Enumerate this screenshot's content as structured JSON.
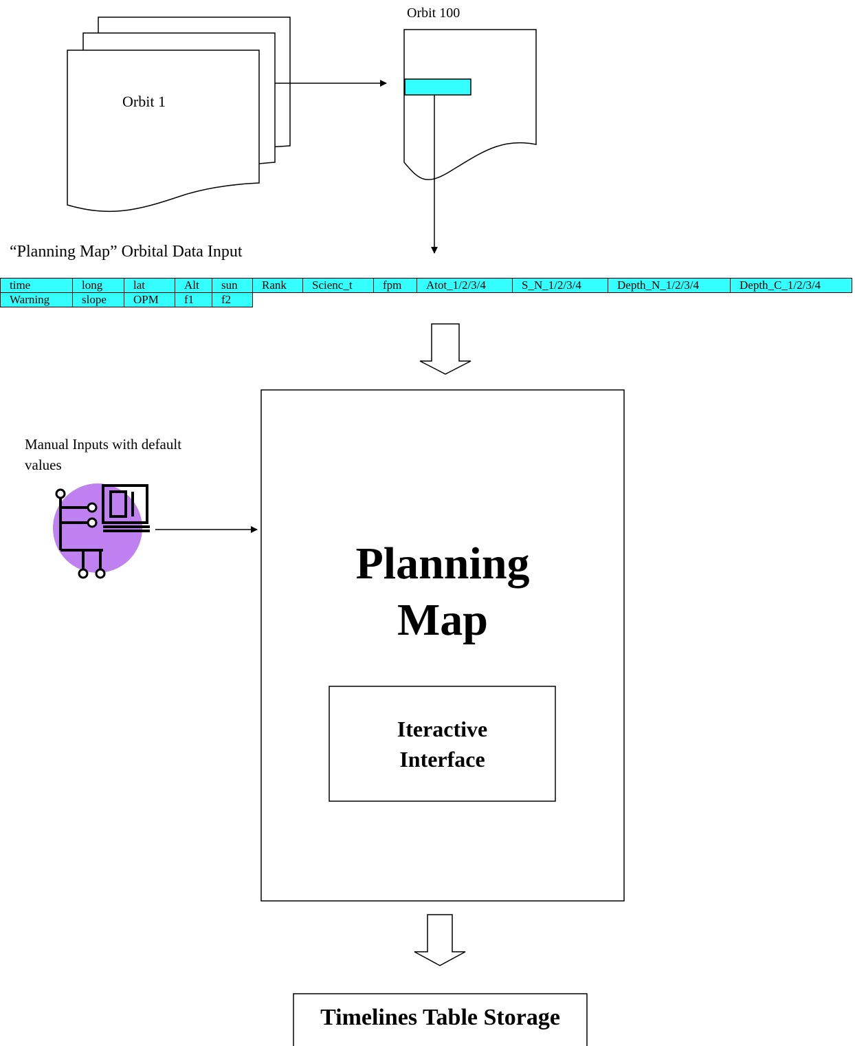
{
  "labels": {
    "orbit_1": "Orbit 1",
    "orbit_100": "Orbit 100",
    "orbital_input": "“Planning Map” Orbital Data Input",
    "manual_inputs_line1": "Manual Inputs with default",
    "manual_inputs_line2": "values",
    "planning_map_line1": "Planning",
    "planning_map_line2": "Map",
    "interface_line1": "Iteractive",
    "interface_line2": "Interface",
    "storage": "Timelines Table Storage"
  },
  "fields": {
    "row1": [
      "time",
      "long",
      "lat",
      "Alt",
      "sun",
      "Rank",
      "Scienc_t",
      "fpm",
      "Atot_1/2/3/4",
      "S_N_1/2/3/4",
      "Depth_N_1/2/3/4",
      "Depth_C_1/2/3/4"
    ],
    "row2": [
      "Warning",
      "slope",
      "OPM",
      "f1",
      "f2"
    ]
  },
  "icons": {
    "manual_input": "computer-terminal-icon",
    "highlight_color": "#33ffff",
    "circle_color": "#bf80f0"
  }
}
